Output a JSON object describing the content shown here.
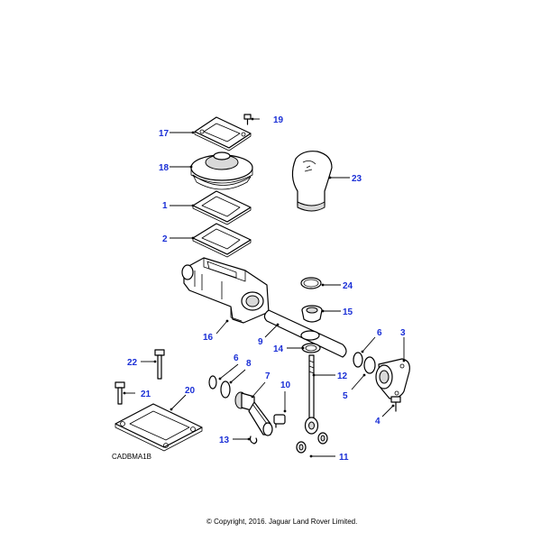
{
  "diagram": {
    "code": "CADBMA1B",
    "copyright": "© Copyright, 2016. Jaguar Land Rover Limited.",
    "callouts": [
      {
        "id": "1"
      },
      {
        "id": "2"
      },
      {
        "id": "3"
      },
      {
        "id": "4"
      },
      {
        "id": "5"
      },
      {
        "id": "6a",
        "label": "6"
      },
      {
        "id": "6b",
        "label": "6"
      },
      {
        "id": "7"
      },
      {
        "id": "8"
      },
      {
        "id": "9"
      },
      {
        "id": "10"
      },
      {
        "id": "11"
      },
      {
        "id": "12"
      },
      {
        "id": "13"
      },
      {
        "id": "14"
      },
      {
        "id": "15"
      },
      {
        "id": "16"
      },
      {
        "id": "17"
      },
      {
        "id": "18"
      },
      {
        "id": "19"
      },
      {
        "id": "20"
      },
      {
        "id": "21"
      },
      {
        "id": "22"
      },
      {
        "id": "23"
      },
      {
        "id": "24"
      }
    ],
    "label_color": "#1a2fd6"
  }
}
